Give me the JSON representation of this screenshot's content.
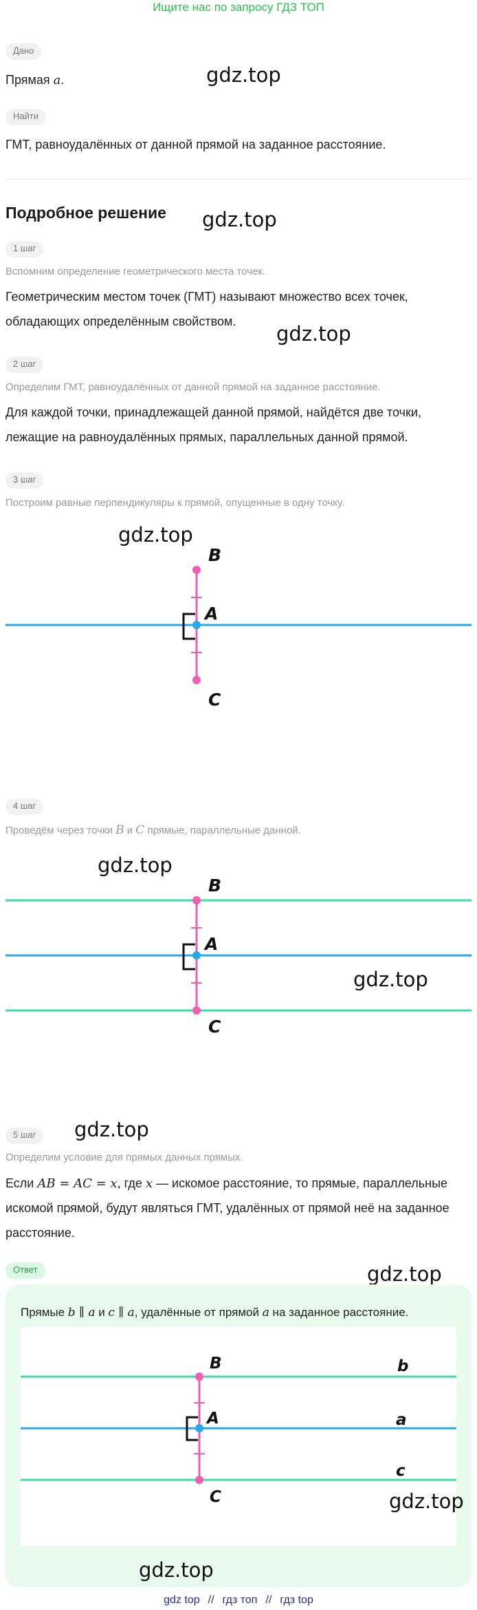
{
  "banner": "Ищите нас по запросу ГДЗ ТОП",
  "watermark": "gdz.top",
  "given": {
    "label": "Дано",
    "text_prefix": "Прямая ",
    "text_var": "a",
    "text_suffix": "."
  },
  "find": {
    "label": "Найти",
    "text": "ГМТ, равноудалённых от данной прямой на заданное расстояние."
  },
  "solution_title": "Подробное решение",
  "steps": [
    {
      "label": "1 шаг",
      "hint": "Вспомним определение геометрического места точек.",
      "line1": "Геометрическим местом точек (ГМТ) называют множество всех точек,",
      "line2": "обладающих определённым свойством."
    },
    {
      "label": "2 шаг",
      "hint": "Определим ГМТ, равноудалённых от данной прямой на заданное расстояние.",
      "line1": "Для каждой точки, принадлежащей данной прямой, найдётся две точки,",
      "line2": "лежащие на равноудалённых прямых, параллельных данной прямой."
    },
    {
      "label": "3 шаг",
      "hint": "Построим равные перпендикуляры к прямой, опущенные в одну точку."
    },
    {
      "label": "4 шаг",
      "hint_prefix": "Проведём через точки ",
      "hint_var1": "B",
      "hint_mid": " и ",
      "hint_var2": "C",
      "hint_suffix": " прямые, параллельные данной."
    },
    {
      "label": "5 шаг",
      "hint": "Определим условие для прямых данных прямых.",
      "line1_prefix": "Если ",
      "line1_math": "AB = AC = x",
      "line1_mid": ", где ",
      "line1_var": "x",
      "line1_suffix": " — искомое расстояние, то прямые, параллельные",
      "line2": "искомой прямой, будут являться ГМТ, удалённых от прямой неё на заданное",
      "line3": "расстояние."
    }
  ],
  "answer": {
    "label": "Ответ",
    "text_prefix": "Прямые ",
    "math1": "b ∥ a",
    "text_and": " и ",
    "math2": "c ∥ a",
    "text_mid": ", удалённые от прямой ",
    "var": "a",
    "text_suffix": " на заданное расстояние."
  },
  "figure_labels": {
    "B": "B",
    "A": "A",
    "C": "C",
    "b": "b",
    "a": "a",
    "c": "c"
  },
  "colors": {
    "line": "#27a9e8",
    "parallel": "#3ddc9f",
    "perp": "#ee5fb3",
    "point_a": "#27a9e8",
    "banner": "#29c24d"
  },
  "footer": {
    "link1": "gdz top",
    "sep1": "//",
    "link2": "гдз топ",
    "sep2": "//",
    "link3": "гдз top"
  }
}
